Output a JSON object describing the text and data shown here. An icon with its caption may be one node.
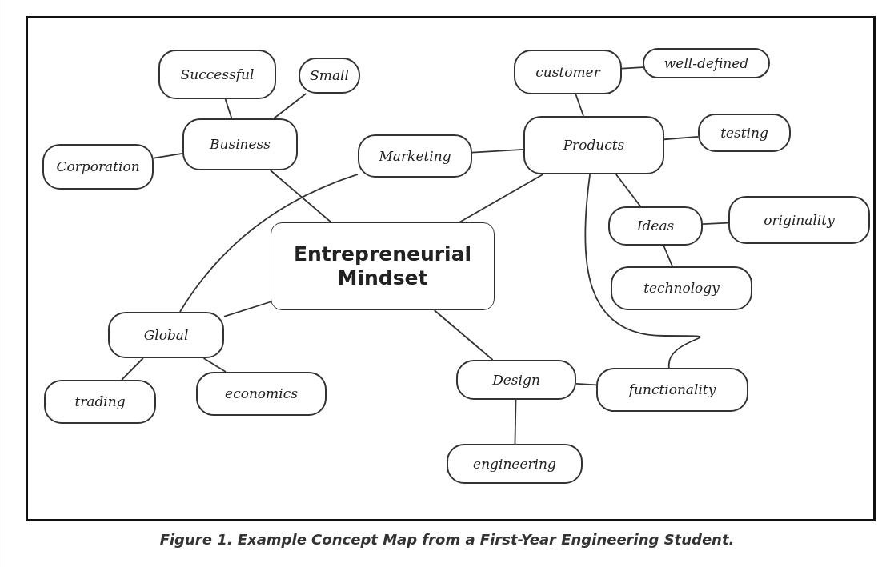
{
  "diagram": {
    "caption": "Figure 1. Example Concept Map from a First-Year Engineering Student.",
    "nodes": [
      {
        "text": [
          "Successful"
        ]
      },
      {
        "text": [
          "Small"
        ]
      },
      {
        "text": [
          "customer"
        ]
      },
      {
        "text": [
          "well-defined"
        ]
      },
      {
        "text": [
          "Business"
        ]
      },
      {
        "text": [
          "Marketing"
        ]
      },
      {
        "text": [
          "Products"
        ]
      },
      {
        "text": [
          "testing"
        ]
      },
      {
        "text": [
          "Corporation"
        ]
      },
      {
        "text": [
          "Ideas"
        ]
      },
      {
        "text": [
          "originality"
        ]
      },
      {
        "text": [
          "Entrepreneurial Mindset"
        ]
      },
      {
        "text": [
          "technology"
        ]
      },
      {
        "text": [
          "Global"
        ]
      },
      {
        "text": [
          "Design"
        ]
      },
      {
        "text": [
          "functionality"
        ]
      },
      {
        "text": [
          "trading"
        ]
      },
      {
        "text": [
          "economics"
        ]
      },
      {
        "text": [
          "engineering"
        ]
      }
    ],
    "edges": [
      {
        "from": 4,
        "to": 0,
        "arrow": "none"
      },
      {
        "from": 4,
        "to": 1,
        "arrow": "none"
      },
      {
        "from": 4,
        "to": 8,
        "arrow": "none"
      },
      {
        "from": 4,
        "to": 11,
        "arrow": "none"
      },
      {
        "from": 5,
        "to": 13,
        "arrow": "none"
      },
      {
        "from": 5,
        "to": 6,
        "arrow": "none"
      },
      {
        "from": 6,
        "to": 2,
        "arrow": "none"
      },
      {
        "from": 2,
        "to": 3,
        "arrow": "none"
      },
      {
        "from": 6,
        "to": 7,
        "arrow": "none"
      },
      {
        "from": 6,
        "to": 11,
        "arrow": "none"
      },
      {
        "from": 6,
        "to": 9,
        "arrow": "none"
      },
      {
        "from": 9,
        "to": 10,
        "arrow": "none"
      },
      {
        "from": 9,
        "to": 12,
        "arrow": "none"
      },
      {
        "from": 6,
        "to": 15,
        "arrow": "none"
      },
      {
        "from": 11,
        "to": 13,
        "arrow": "none"
      },
      {
        "from": 13,
        "to": 16,
        "arrow": "none"
      },
      {
        "from": 13,
        "to": 17,
        "arrow": "none"
      },
      {
        "from": 11,
        "to": 14,
        "arrow": "none"
      },
      {
        "from": 14,
        "to": 15,
        "arrow": "none"
      },
      {
        "from": 14,
        "to": 18,
        "arrow": "none"
      }
    ]
  }
}
